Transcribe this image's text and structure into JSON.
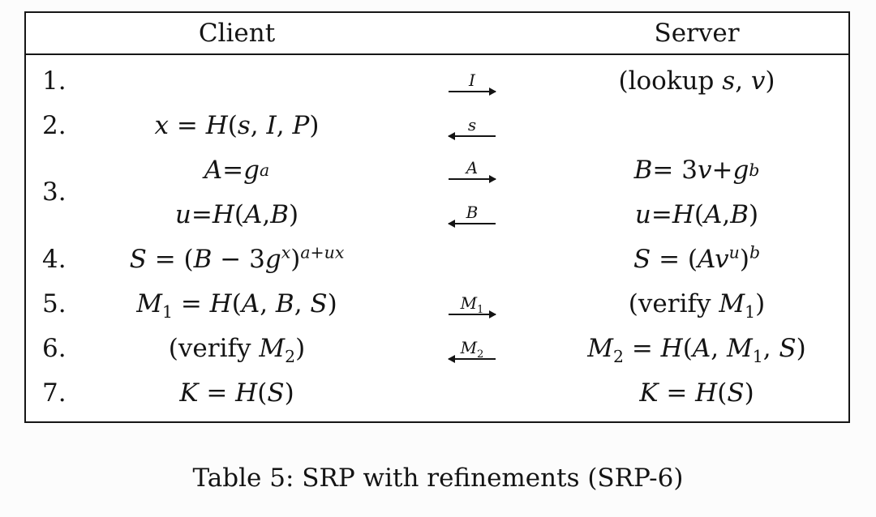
{
  "colors": {
    "ink": "#141414",
    "background": "#ffffff"
  },
  "caption": "Table 5: SRP with refinements (SRP-6)",
  "table": {
    "header": {
      "client": "Client",
      "server": "Server"
    },
    "rows": [
      {
        "num": "1.",
        "client": "",
        "arrow": {
          "dir": "right",
          "label": "I"
        },
        "server": "([[lookup]] s, v)"
      },
      {
        "num": "2.",
        "client": "x = H(s, I, P)",
        "arrow": {
          "dir": "left",
          "label": "s"
        },
        "server": ""
      },
      {
        "num": "3.",
        "lines": [
          {
            "client": "A = g^{a}",
            "arrow": {
              "dir": "right",
              "label": "A"
            },
            "server": "B = 3v + g^{b}"
          },
          {
            "client": "u = H(A, B)",
            "arrow": {
              "dir": "left",
              "label": "B"
            },
            "server": "u = H(A, B)"
          }
        ]
      },
      {
        "num": "4.",
        "client": "S = (B − 3g^{x})^{a+ux}",
        "arrow": null,
        "server": "S = (Av^{u})^{b}"
      },
      {
        "num": "5.",
        "client": "M_{1} = H(A, B, S)",
        "arrow": {
          "dir": "right",
          "label": "M_{1}"
        },
        "server": "([[verify]] M_{1})"
      },
      {
        "num": "6.",
        "client": "([[verify]] M_{2})",
        "arrow": {
          "dir": "left",
          "label": "M_{2}"
        },
        "server": "M_{2} = H(A, M_{1}, S)"
      },
      {
        "num": "7.",
        "client": "K = H(S)",
        "arrow": null,
        "server": "K = H(S)"
      }
    ]
  }
}
